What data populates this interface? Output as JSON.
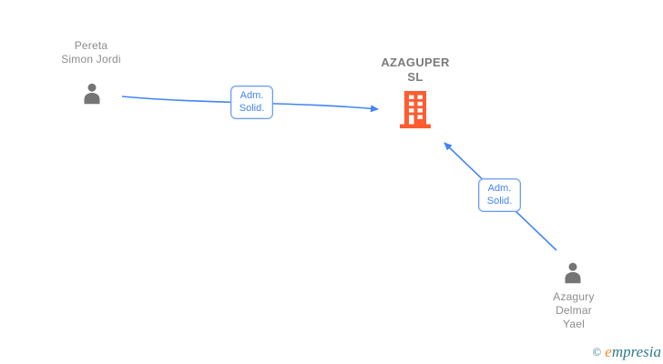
{
  "diagram": {
    "background": "#ffffff",
    "nodes": {
      "person1": {
        "type": "person",
        "lines": [
          "Pereta",
          "Simon Jordi"
        ]
      },
      "company": {
        "type": "company",
        "lines": [
          "AZAGUPER",
          "SL"
        ]
      },
      "person2": {
        "type": "person",
        "lines": [
          "Azagury",
          "Delmar",
          "Yael"
        ]
      }
    },
    "edges": [
      {
        "from": "person1",
        "to": "company",
        "label_lines": [
          "Adm.",
          "Solid."
        ]
      },
      {
        "from": "person2",
        "to": "company",
        "label_lines": [
          "Adm.",
          "Solid."
        ]
      }
    ],
    "colors": {
      "edge_blue": "#4285F4",
      "edge_label_border": "#6C9DEE",
      "person_icon_gray": "#757575",
      "person_label_gray": "#8C8C8C",
      "company_label_gray": "#7B7B7B",
      "building_orange": "#FF5C30",
      "watermark_teal": "#2F7A8D",
      "watermark_orange": "#F28C28"
    },
    "watermark": {
      "symbol": "©",
      "brand_head": "e",
      "brand_tail": "mpresia"
    }
  }
}
